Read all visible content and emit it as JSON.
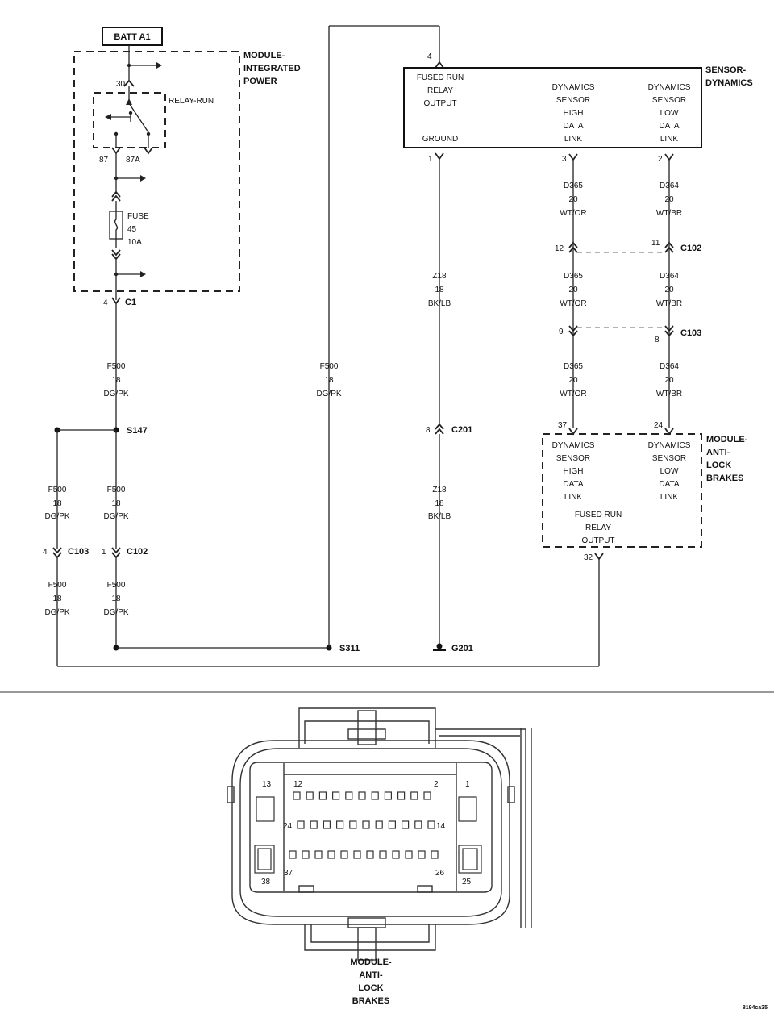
{
  "power_source": "BATT A1",
  "modules": {
    "ipm": [
      "MODULE-",
      "INTEGRATED",
      "POWER"
    ],
    "sensor": [
      "SENSOR-",
      "DYNAMICS"
    ],
    "abs": [
      "MODULE-",
      "ANTI-",
      "LOCK",
      "BRAKES"
    ],
    "connector_view": [
      "MODULE-",
      "ANTI-",
      "LOCK",
      "BRAKES"
    ]
  },
  "relay": {
    "name": "RELAY-RUN",
    "pin_30": "30",
    "pin_87": "87",
    "pin_87a": "87A"
  },
  "fuse": [
    "FUSE",
    "45",
    "10A"
  ],
  "sensor_module": {
    "pin_4": "4",
    "fused_run": [
      "FUSED RUN",
      "RELAY",
      "OUTPUT"
    ],
    "ground": "GROUND",
    "high": [
      "DYNAMICS",
      "SENSOR",
      "HIGH",
      "DATA",
      "LINK"
    ],
    "low": [
      "DYNAMICS",
      "SENSOR",
      "LOW",
      "DATA",
      "LINK"
    ],
    "pin_1": "1",
    "pin_3": "3",
    "pin_2": "2"
  },
  "abs_module": {
    "high": [
      "DYNAMICS",
      "SENSOR",
      "HIGH",
      "DATA",
      "LINK"
    ],
    "low": [
      "DYNAMICS",
      "SENSOR",
      "LOW",
      "DATA",
      "LINK"
    ],
    "fused_run": [
      "FUSED RUN",
      "RELAY",
      "OUTPUT"
    ],
    "pin_37": "37",
    "pin_24": "24",
    "pin_32": "32"
  },
  "wires": {
    "f500": [
      "F500",
      "18",
      "DG/PK"
    ],
    "z18": [
      "Z18",
      "18",
      "BK/LB"
    ],
    "d365": [
      "D365",
      "20",
      "WT/OR"
    ],
    "d364": [
      "D364",
      "20",
      "WT/BR"
    ]
  },
  "connectors": {
    "c1": {
      "name": "C1",
      "pin": "4"
    },
    "c102_left": {
      "name": "C102",
      "pin": "1"
    },
    "c103_left": {
      "name": "C103",
      "pin": "4"
    },
    "c102_right": {
      "name": "C102",
      "pin_a": "12",
      "pin_b": "11"
    },
    "c103_right": {
      "name": "C103",
      "pin_a": "9",
      "pin_b": "8"
    },
    "c201": {
      "name": "C201",
      "pin": "8"
    }
  },
  "splices": {
    "s147": "S147",
    "s311": "S311"
  },
  "ground": "G201",
  "face_pins": {
    "p13": "13",
    "p12": "12",
    "p2": "2",
    "p1": "1",
    "p24": "24",
    "p14": "14",
    "p38": "38",
    "p37": "37",
    "p26": "26",
    "p25": "25"
  },
  "drawing_code": "8194ca35"
}
